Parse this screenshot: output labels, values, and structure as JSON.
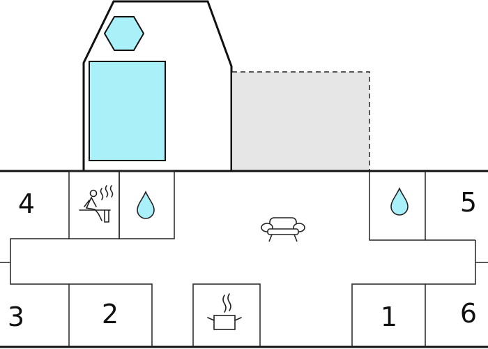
{
  "rooms": {
    "bedroom_4": {
      "number": "4"
    },
    "bedroom_5": {
      "number": "5"
    },
    "bedroom_3": {
      "number": "3"
    },
    "bedroom_2": {
      "number": "2"
    },
    "bedroom_1": {
      "number": "1"
    },
    "bedroom_6": {
      "number": "6"
    },
    "sauna": {
      "icon": "sauna-icon"
    },
    "bathroom_left": {
      "icon": "water-drop-icon"
    },
    "bathroom_right": {
      "icon": "water-drop-icon"
    },
    "living_room": {
      "icon": "sofa-icon"
    },
    "kitchen": {
      "icon": "cooking-pot-icon"
    },
    "pool": {
      "icon": "pool-icon"
    },
    "hot_tub": {
      "icon": "hexagon-hot-tub-icon"
    },
    "terrace": {
      "icon": "none"
    }
  },
  "colors": {
    "pool_fill": "#aaf0f8",
    "terrace_fill": "#e6e6e6",
    "wall": "#111111",
    "thin_wall": "#222222"
  }
}
